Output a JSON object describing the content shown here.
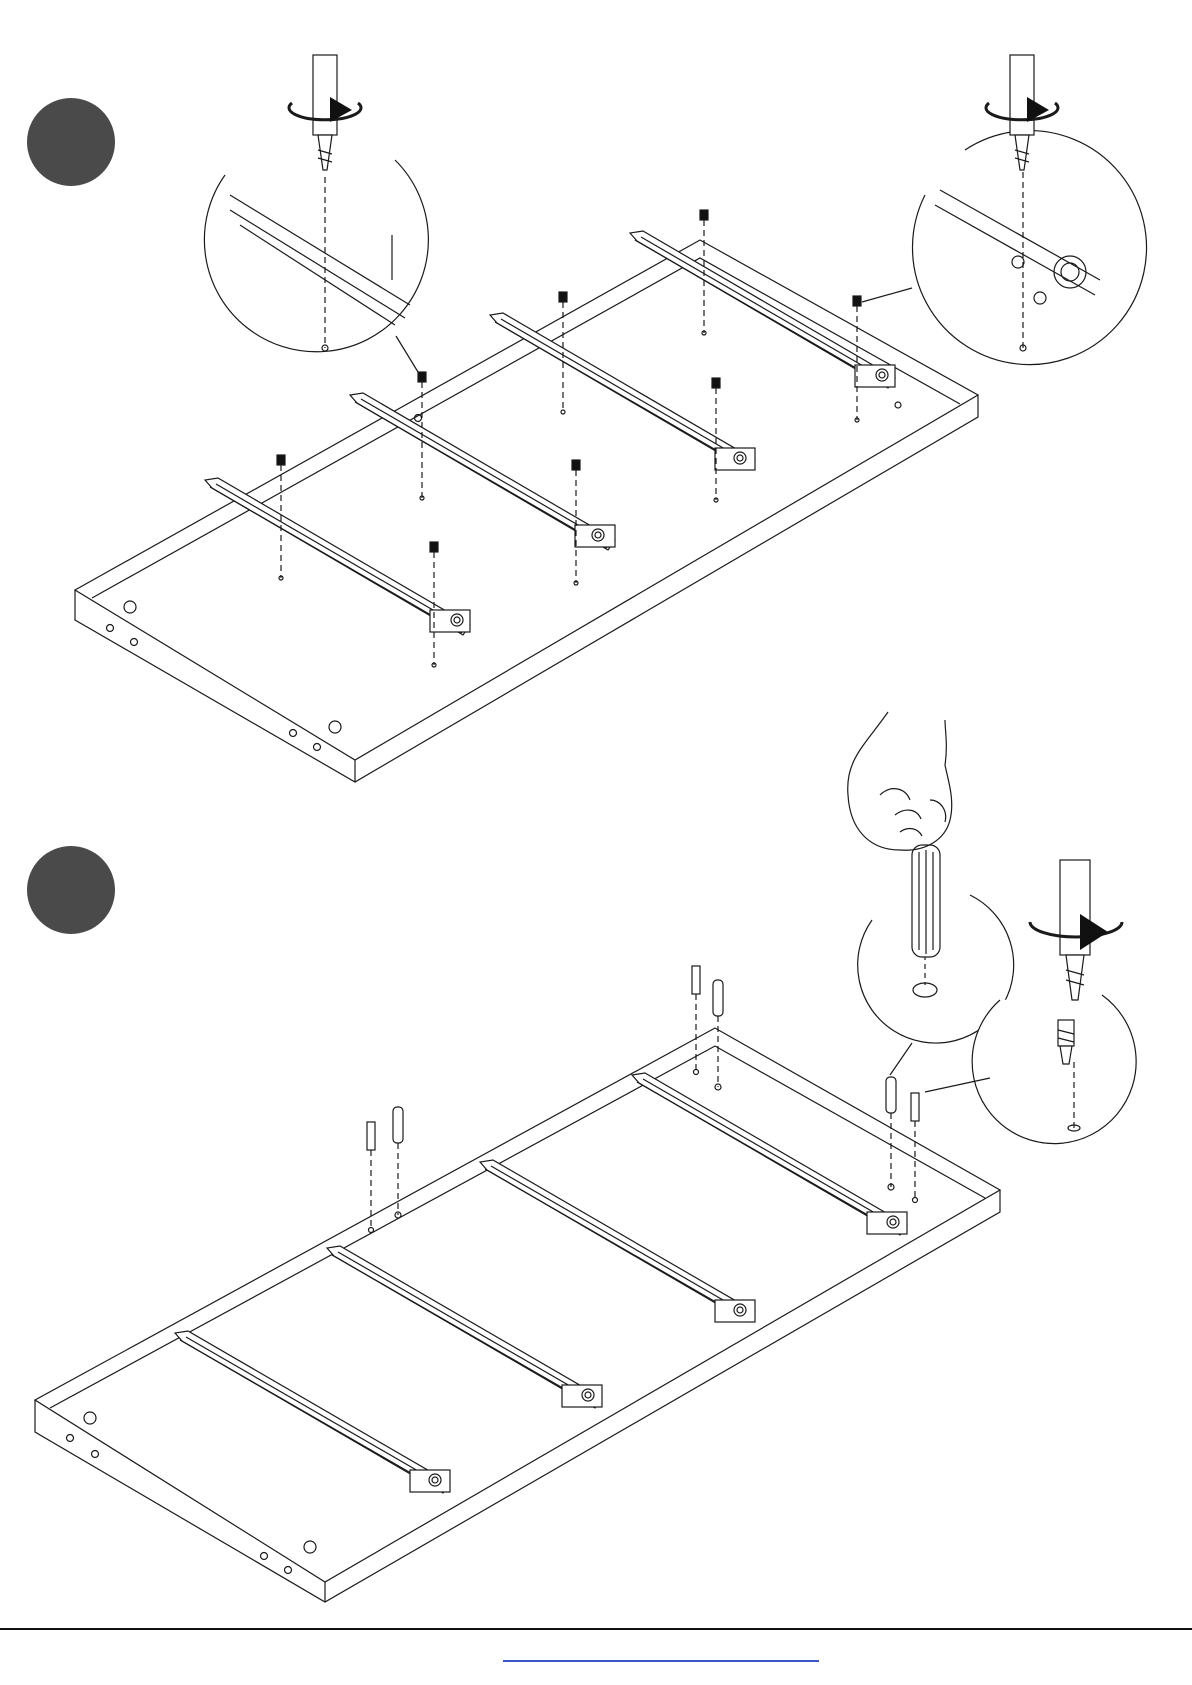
{
  "page": {
    "type": "assembly-instructions",
    "steps": [
      {
        "id": "step-a",
        "badge_color": "#4a4a4a",
        "panel_badge_color": "#cfcfcf",
        "screws": 8,
        "rails": 4
      },
      {
        "id": "step-b",
        "badge_color": "#4a4a4a",
        "panel_badge_color": "#cfcfcf",
        "screws": 3,
        "dowels": 3,
        "rails": 4
      }
    ],
    "icons": [
      "screwdriver-icon",
      "rotate-arrow-icon",
      "screw-icon",
      "dowel-icon",
      "hand-icon",
      "drawer-rail-icon",
      "detail-magnifier-icon"
    ],
    "colors": {
      "line": "#1a1a1a",
      "badge": "#4a4a4a",
      "panel_badge": "#cfcfcf",
      "link": "#3a56c8"
    }
  }
}
